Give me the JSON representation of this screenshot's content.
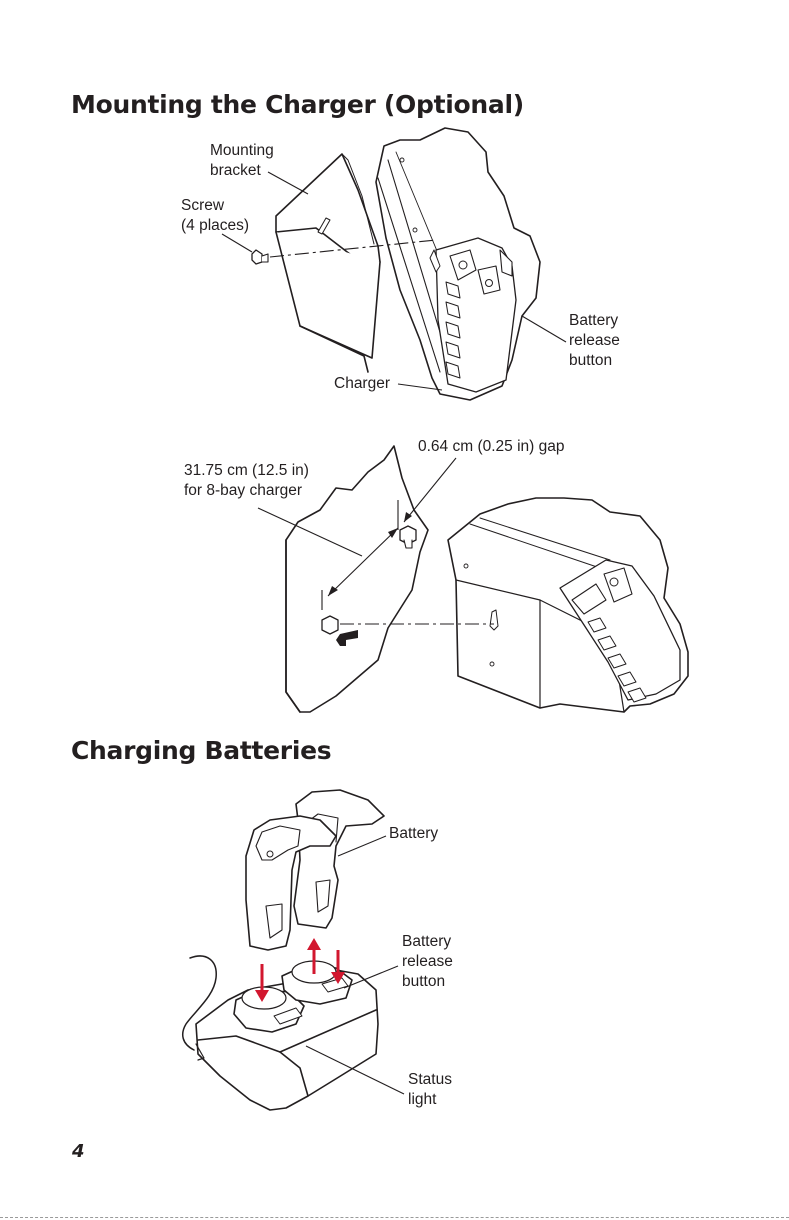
{
  "sections": [
    {
      "title": "Mounting the Charger (Optional)"
    },
    {
      "title": "Charging Batteries"
    }
  ],
  "figure1": {
    "callouts": {
      "mounting_bracket": "Mounting\nbracket",
      "screw": "Screw\n(4 places)",
      "battery_release_button": "Battery\nrelease\nbutton",
      "charger": "Charger"
    }
  },
  "figure2": {
    "callouts": {
      "gap": "0.64 cm (0.25 in) gap",
      "distance": "31.75 cm (12.5 in)\nfor 8-bay charger"
    }
  },
  "figure3": {
    "callouts": {
      "battery": "Battery",
      "battery_release_button": "Battery\nrelease\nbutton",
      "status_light": "Status\nlight"
    },
    "arrow_color": "#d2172f"
  },
  "footer": {
    "page_number": "4"
  }
}
